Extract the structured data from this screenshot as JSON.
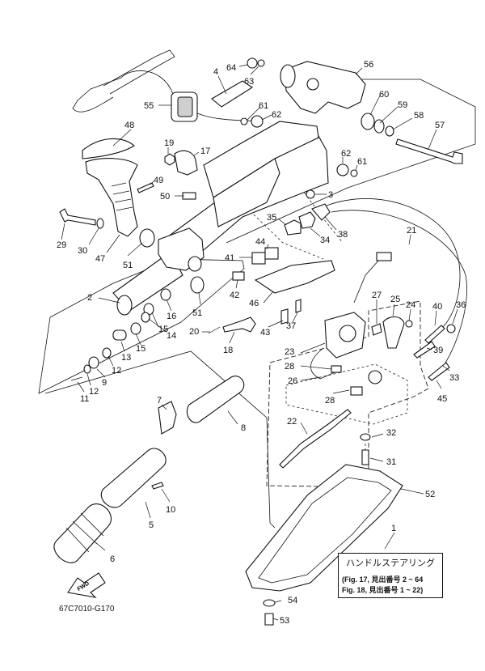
{
  "diagram": {
    "code": "67C7010-G170",
    "fwd_label": "FWD",
    "note": {
      "title": "ハンドルステアリング",
      "line1": "(Fig. 17, 見出番号 2 ~ 64",
      "line2": " Fig. 18, 見出番号 1 ~ 22)"
    },
    "callouts": [
      "1",
      "2",
      "3",
      "4",
      "5",
      "6",
      "7",
      "8",
      "9",
      "10",
      "11",
      "12",
      "12",
      "13",
      "14",
      "15",
      "15",
      "16",
      "17",
      "18",
      "19",
      "20",
      "21",
      "22",
      "23",
      "24",
      "25",
      "26",
      "27",
      "28",
      "28",
      "29",
      "30",
      "31",
      "32",
      "33",
      "34",
      "35",
      "36",
      "37",
      "38",
      "39",
      "40",
      "41",
      "42",
      "43",
      "44",
      "45",
      "46",
      "47",
      "48",
      "49",
      "50",
      "51",
      "51",
      "52",
      "53",
      "54",
      "55",
      "56",
      "57",
      "58",
      "59",
      "60",
      "61",
      "61",
      "62",
      "62",
      "63",
      "64"
    ]
  }
}
